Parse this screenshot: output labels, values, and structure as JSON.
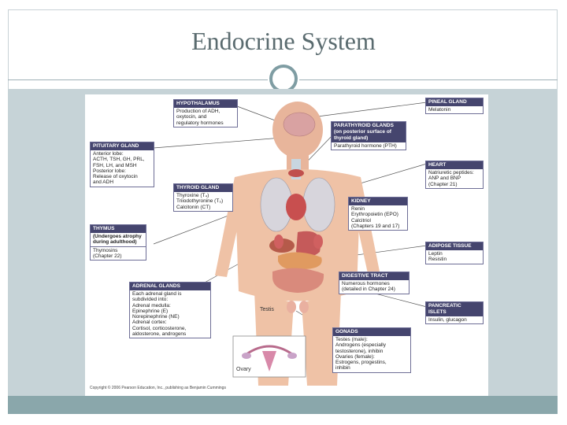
{
  "slide": {
    "title": "Endocrine System"
  },
  "figure": {
    "boxes": {
      "hypothalamus": {
        "title": "HYPOTHALAMUS",
        "body": "Production of ADH,\noxytocin, and\nregulatory hormones"
      },
      "pituitary": {
        "title": "PITUITARY GLAND",
        "body": "Anterior lobe:\n  ACTH, TSH, GH, PRL,\n  FSH, LH, and MSH\nPosterior lobe:\n  Release of oxytocin\n  and ADH"
      },
      "thyroid": {
        "title": "THYROID GLAND",
        "body": "Thyroxine (T₄)\nTriiodothyronine (T₃)\nCalcitonin (CT)"
      },
      "thymus": {
        "title": "THYMUS",
        "subtitle": "(Undergoes atrophy\nduring adulthood)",
        "body": "Thymosins\n(Chapter 22)"
      },
      "adrenal": {
        "title": "ADRENAL GLANDS",
        "body": "Each adrenal gland is\nsubdivided into:\nAdrenal medulla:\n  Epinephrine (E)\n  Norepinephrine (NE)\nAdrenal cortex:\n  Cortisol, corticosterone,\n  aldosterone, androgens"
      },
      "pineal": {
        "title": "PINEAL GLAND",
        "body": "Melatonin"
      },
      "parathyroid": {
        "title": "PARATHYROID GLANDS\n(on posterior surface of\nthyroid gland)",
        "body": "Parathyroid hormone (PTH)"
      },
      "heart": {
        "title": "HEART",
        "body": "Natriuretic peptides:\nANP and BNP\n(Chapter 21)"
      },
      "kidney": {
        "title": "KIDNEY",
        "body": "Renin\nErythropoietin (EPO)\nCalcitriol\n(Chapters 19 and 17)"
      },
      "adipose": {
        "title": "ADIPOSE TISSUE",
        "body": "Leptin\nResistin"
      },
      "digestive": {
        "title": "DIGESTIVE TRACT",
        "body": "Numerous hormones\n(detailed in Chapter 24)"
      },
      "pancreatic": {
        "title": "PANCREATIC\nISLETS",
        "body": "Insulin, glucagon"
      },
      "gonads": {
        "title": "GONADS",
        "body": "Testes (male):\n  Androgens (especially\n  testosterone), inhibin\nOvaries (female):\n  Estrogens, progestins,\n  inhibin"
      }
    },
    "labels": {
      "testis": "Testis",
      "ovary": "Ovary"
    },
    "copyright": "Copyright © 2006 Pearson Education, Inc., publishing as Benjamin Cummings"
  }
}
